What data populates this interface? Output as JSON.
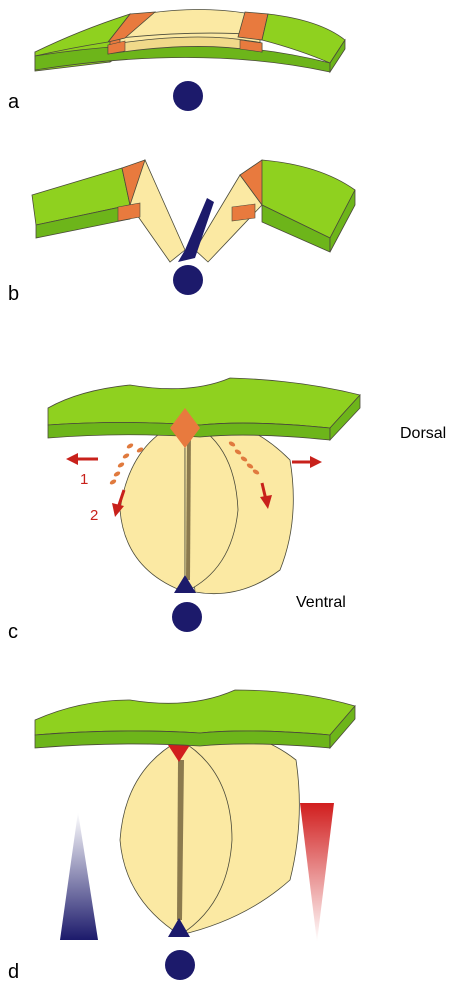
{
  "panels": {
    "a": {
      "letter": "a"
    },
    "b": {
      "letter": "b"
    },
    "c": {
      "letter": "c",
      "dorsal_label": "Dorsal",
      "ventral_label": "Ventral",
      "arrow_1_label": "1",
      "arrow_2_label": "2"
    },
    "d": {
      "letter": "d"
    }
  },
  "colors": {
    "epidermis": "#8fd11f",
    "epidermis_side": "#6db51a",
    "neural_plate": "#fbe9a3",
    "neural_plate_side": "#f1d98a",
    "neural_crest": "#e87a3e",
    "notochord": "#1c1a6b",
    "floor_plate": "#1c1a6b",
    "roof_plate": "#d11e1e",
    "arrow": "#c8211b",
    "migrating_cells": "#e07a3e",
    "ventral_gradient": "#1c1a6b",
    "dorsal_gradient": "#d11e1e",
    "outline": "#4a4a3a"
  }
}
